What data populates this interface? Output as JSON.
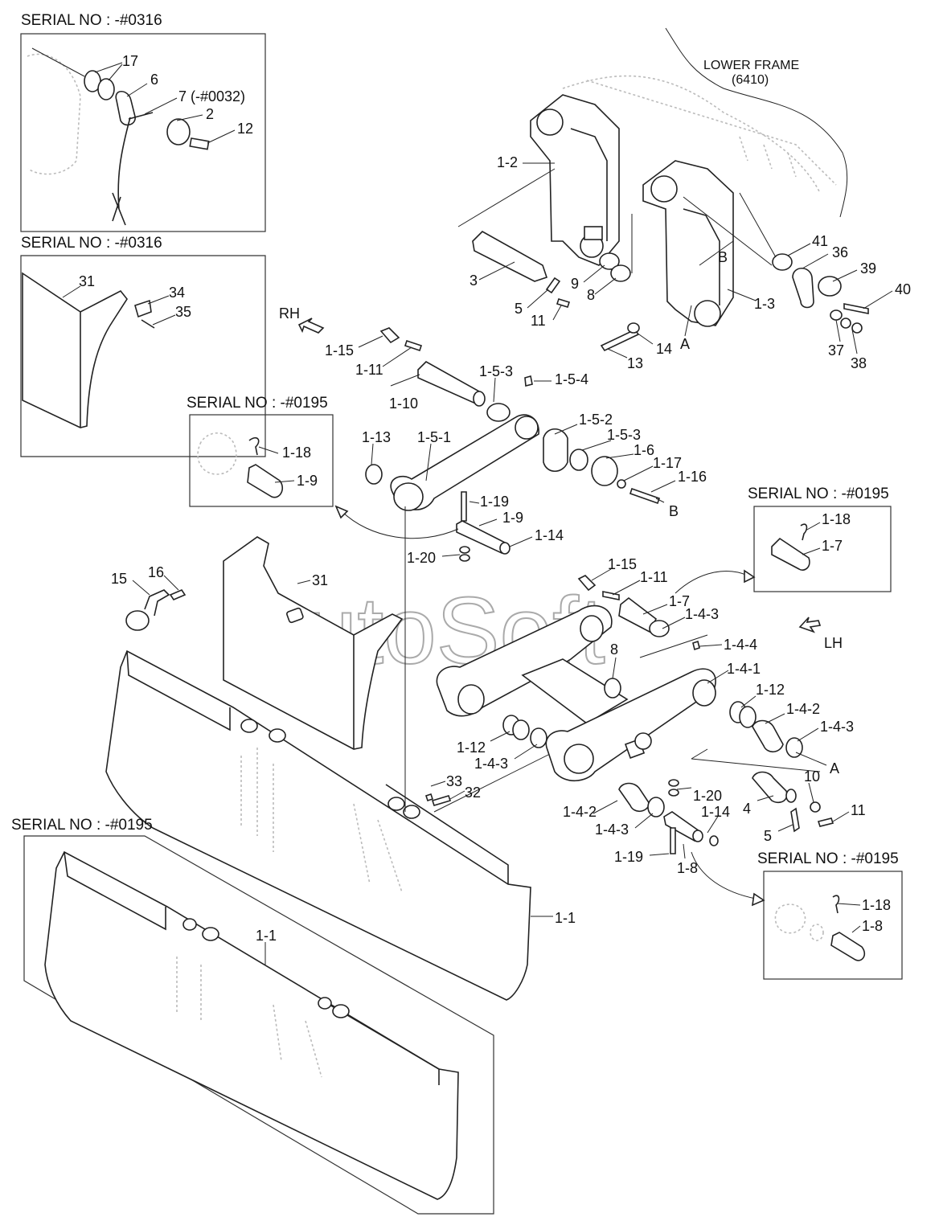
{
  "watermark": "AutoSoft",
  "lower_frame": {
    "title": "LOWER FRAME",
    "code": "(6410)"
  },
  "insets": {
    "top_left_a": "SERIAL NO : -#0316",
    "top_left_b": "SERIAL NO : -#0316",
    "mid_left": "SERIAL NO : -#0195",
    "right_upper": "SERIAL NO : -#0195",
    "right_lower": "SERIAL NO : -#0195",
    "bottom_left": "SERIAL NO : -#0195"
  },
  "directions": {
    "rh": "RH",
    "lh": "LH"
  },
  "labels": {
    "p17": "17",
    "p6": "6",
    "p7": "7 (-#0032)",
    "p2": "2",
    "p12": "12",
    "p31a": "31",
    "p34": "34",
    "p35": "35",
    "p1_2": "1-2",
    "p3": "3",
    "p5a": "5",
    "p11a": "11",
    "p9a": "9",
    "p8a": "8",
    "p41": "41",
    "p36": "36",
    "p39": "39",
    "p40": "40",
    "pB1": "B",
    "p1_3": "1-3",
    "p14": "14",
    "pA1": "A",
    "p13": "13",
    "p37": "37",
    "p38": "38",
    "p1_15a": "1-15",
    "p1_11a": "1-11",
    "p1_10": "1-10",
    "p1_5_3a": "1-5-3",
    "p1_5_4": "1-5-4",
    "p1_18a": "1-18",
    "p1_9a": "1-9",
    "p1_13": "1-13",
    "p1_5_1": "1-5-1",
    "p1_5_2": "1-5-2",
    "p1_5_3b": "1-5-3",
    "p1_6": "1-6",
    "p1_17": "1-17",
    "p1_16": "1-16",
    "pB2": "B",
    "p1_19a": "1-19",
    "p1_9b": "1-9",
    "p1_14a": "1-14",
    "p1_20a": "1-20",
    "p1_18b": "1-18",
    "p1_7a": "1-7",
    "p15": "15",
    "p16": "16",
    "p31b": "31",
    "p1_15b": "1-15",
    "p1_11b": "1-11",
    "p1_7b": "1-7",
    "p1_4_3a": "1-4-3",
    "p1_4_4": "1-4-4",
    "p8b": "8",
    "p1_4_1": "1-4-1",
    "p1_12a": "1-12",
    "p1_4_2a": "1-4-2",
    "p1_4_3b": "1-4-3",
    "pA2": "A",
    "p1_12b": "1-12",
    "p1_4_3c": "1-4-3",
    "p33": "33",
    "p32": "32",
    "p10": "10",
    "p4": "4",
    "p11b": "11",
    "p5b": "5",
    "p1_20b": "1-20",
    "p1_14b": "1-14",
    "p1_4_2b": "1-4-2",
    "p1_4_3d": "1-4-3",
    "p1_19b": "1-19",
    "p1_8a": "1-8",
    "p1_18c": "1-18",
    "p1_8b": "1-8",
    "p1_1a": "1-1",
    "p1_1b": "1-1"
  }
}
